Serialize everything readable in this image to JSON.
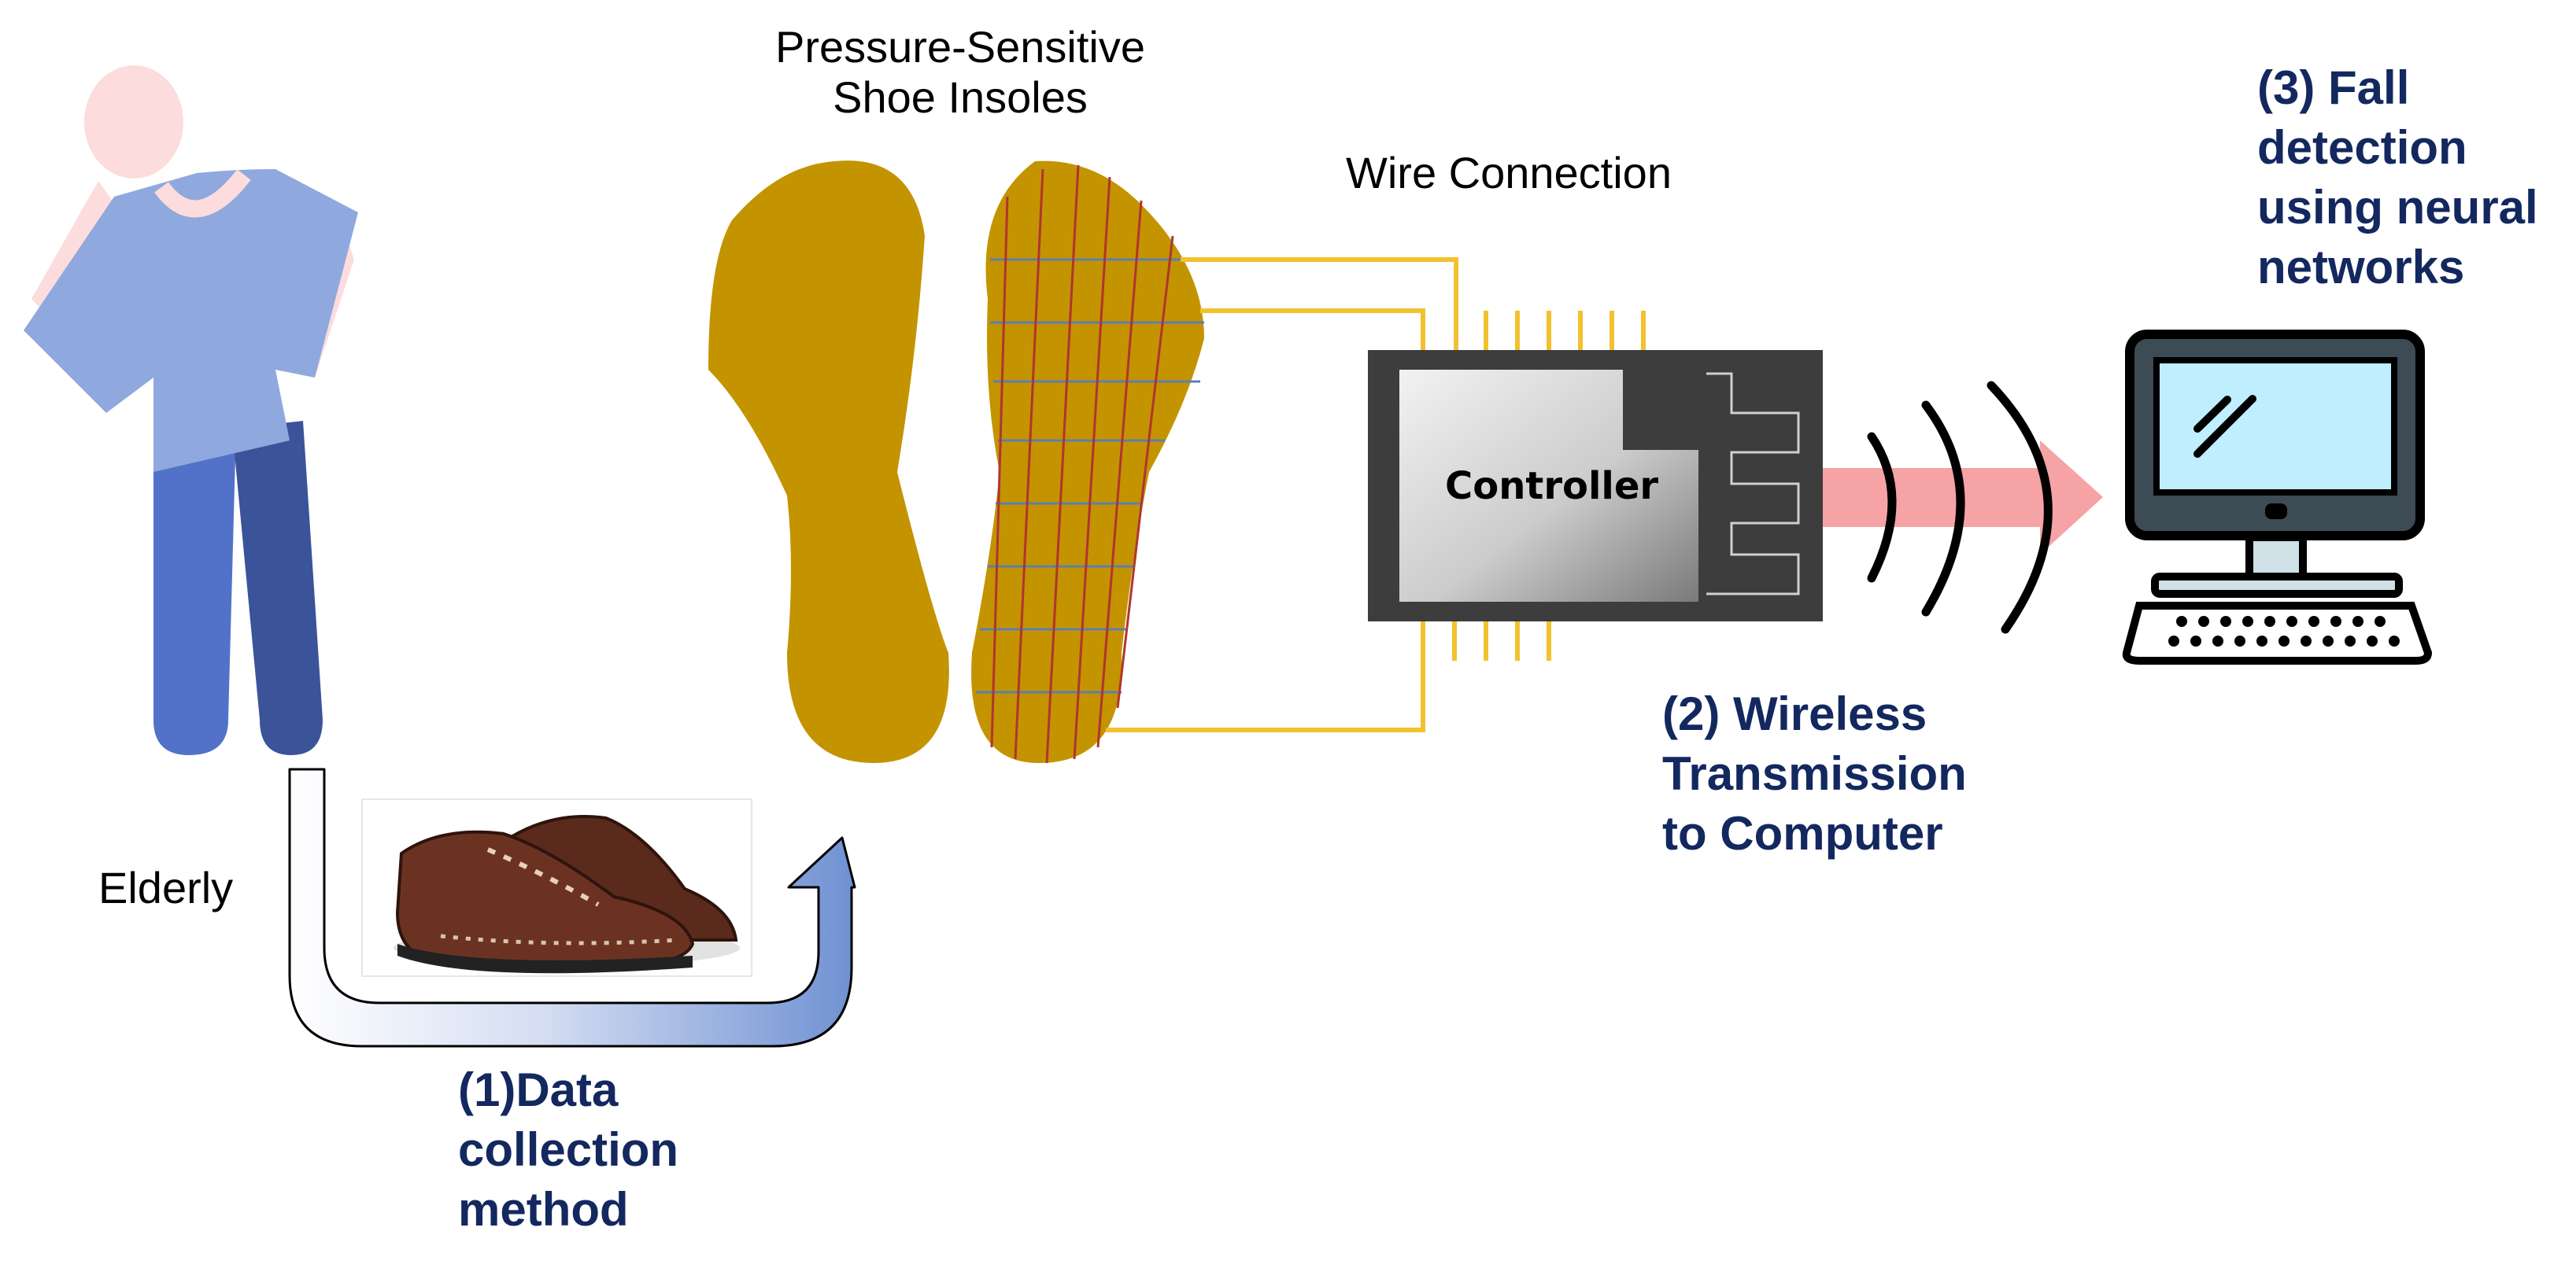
{
  "labels": {
    "insoles_title": [
      "Pressure-Sensitive",
      "Shoe Insoles"
    ],
    "wire_connection": "Wire Connection",
    "controller": "Controller",
    "elderly": "Elderly",
    "step1": [
      "(1)Data",
      "collection",
      "method"
    ],
    "step2": [
      "(2) Wireless",
      "Transmission",
      "to Computer"
    ],
    "step3": [
      "(3) Fall",
      "detection",
      "using neural",
      "networks"
    ]
  },
  "icons": {
    "person": "elderly-person-icon",
    "shoe": "shoe-photo",
    "controller": "controller-chip-icon",
    "waves": "wireless-waves-icon",
    "computer": "desktop-computer-icon"
  },
  "colors": {
    "navy_text": "#13285f",
    "insole": "#c39400",
    "wire": "#f2c12e",
    "sensor_red": "#b0352f",
    "sensor_blue": "#5b7fb3",
    "arrow_pink": "#f6a3a6",
    "controller_body": "#3d3d3d",
    "shirt": "#8fa9de",
    "skin": "#fcdcdc",
    "leg_light": "#5272c9",
    "leg_dark": "#3a5399",
    "screen": "#bfeeff"
  }
}
